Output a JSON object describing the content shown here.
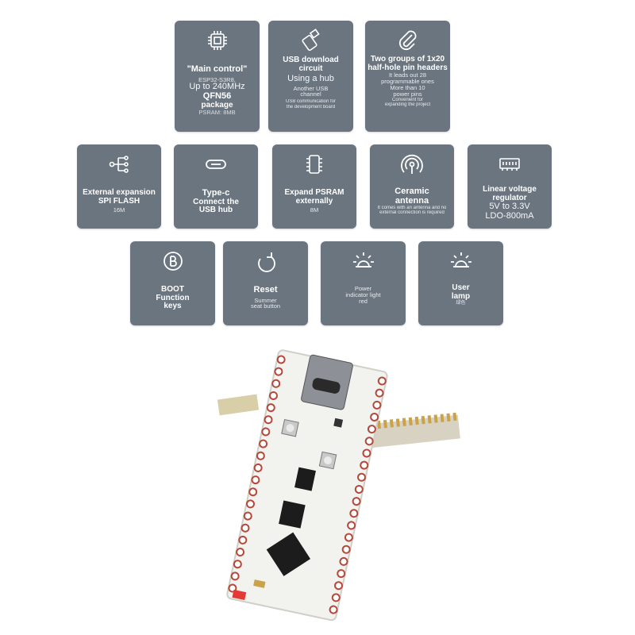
{
  "features": {
    "main_control": {
      "title": "\"Main control\"",
      "chip": "ESP32-S3R8,",
      "freq": "Up to 240MHz",
      "package": "QFN56",
      "package2": "package",
      "psram": "PSRAM: 8MB",
      "icon": "chip-icon"
    },
    "usb_download": {
      "title1": "USB download",
      "title2": "circuit",
      "hub": "Using a hub",
      "another": "Another USB",
      "channel": "channel",
      "comm": "USB communication for",
      "comm2": "the development board",
      "icon": "usb-stick-icon"
    },
    "pin_headers": {
      "l1": "Two groups of 1x20",
      "l2": "half-hole pin headers",
      "l3": "It leads out 28",
      "l4": "programmable ones",
      "l5": "More than 10",
      "l6": "power pins",
      "l7": "Convenient for",
      "l8": "expanding the project",
      "icon": "paperclip-icon"
    },
    "spi_flash": {
      "title1": "External expansion",
      "title2": "SPI FLASH",
      "size": "16M",
      "icon": "circuit-branch-icon"
    },
    "type_c": {
      "title1": "Type-c",
      "title2": "Connect the",
      "title3": "USB hub",
      "icon": "usb-c-port-icon"
    },
    "psram": {
      "title1": "Expand PSRAM",
      "title2": "externally",
      "size": "8M",
      "icon": "memory-chip-icon"
    },
    "antenna": {
      "title1": "Ceramic",
      "title2": "antenna",
      "note1": "It comes with an antenna and no",
      "note2": "external connection is required",
      "icon": "antenna-icon"
    },
    "regulator": {
      "title1": "Linear voltage",
      "title2": "regulator",
      "v": "5V to 3.3V",
      "ldo": "LDO-800mA",
      "icon": "regulator-module-icon"
    },
    "boot": {
      "l1": "BOOT",
      "l2": "Function",
      "l3": "keys",
      "icon": "boot-key-icon"
    },
    "reset": {
      "title": "Reset",
      "l2": "Summer",
      "l3": "seat button",
      "icon": "reset-icon"
    },
    "power_led": {
      "l1": "Power",
      "l2": "indicator light",
      "l3": "red",
      "icon": "indicator-light-icon"
    },
    "user_lamp": {
      "l1": "User",
      "l2": "lamp",
      "l3": "绿色",
      "icon": "lamp-icon"
    }
  },
  "colors": {
    "tile_bg": "#6a7580",
    "board": "#f2f2ef",
    "gold": "#c9a24a",
    "chip": "#1c1c1c"
  }
}
